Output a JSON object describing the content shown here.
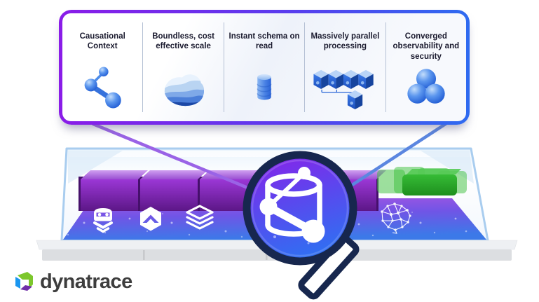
{
  "panel": {
    "border_gradient": [
      "#8a1ce8",
      "#2e6bf0"
    ],
    "features": [
      {
        "label": "Causational Context",
        "icon": "molecule-link-icon"
      },
      {
        "label": "Boundless, cost effective scale",
        "icon": "boundless-landscape-icon"
      },
      {
        "label": "Instant schema on read",
        "icon": "database-cylinder-icon"
      },
      {
        "label": "Massively parallel processing",
        "icon": "parallel-cubes-icon"
      },
      {
        "label": "Converged observability and security",
        "icon": "converged-spheres-icon"
      }
    ]
  },
  "laptop": {
    "platform_icons": [
      "threat-hacker-icon",
      "release-hexagon-icon",
      "layers-icon",
      "ai-brain-icon"
    ],
    "block_colors": {
      "purple": "#7b24ad",
      "green": "#28a828"
    },
    "floor_gradient": [
      "#a355e2",
      "#3c79e8"
    ]
  },
  "magnifier": {
    "lens_icon": "database-graph-icon",
    "lens_gradient": [
      "#8724e9",
      "#2f70f2"
    ],
    "ring_color": "#17274e"
  },
  "connectors": {
    "left_color": "#9a63e6",
    "right_color": "#5b86e0"
  },
  "logo": {
    "text": "dynatrace",
    "text_color": "#3d3d3d",
    "cube_colors": {
      "green": "#7cc72c",
      "blue": "#1a96f0",
      "purple": "#6f2da8"
    }
  }
}
